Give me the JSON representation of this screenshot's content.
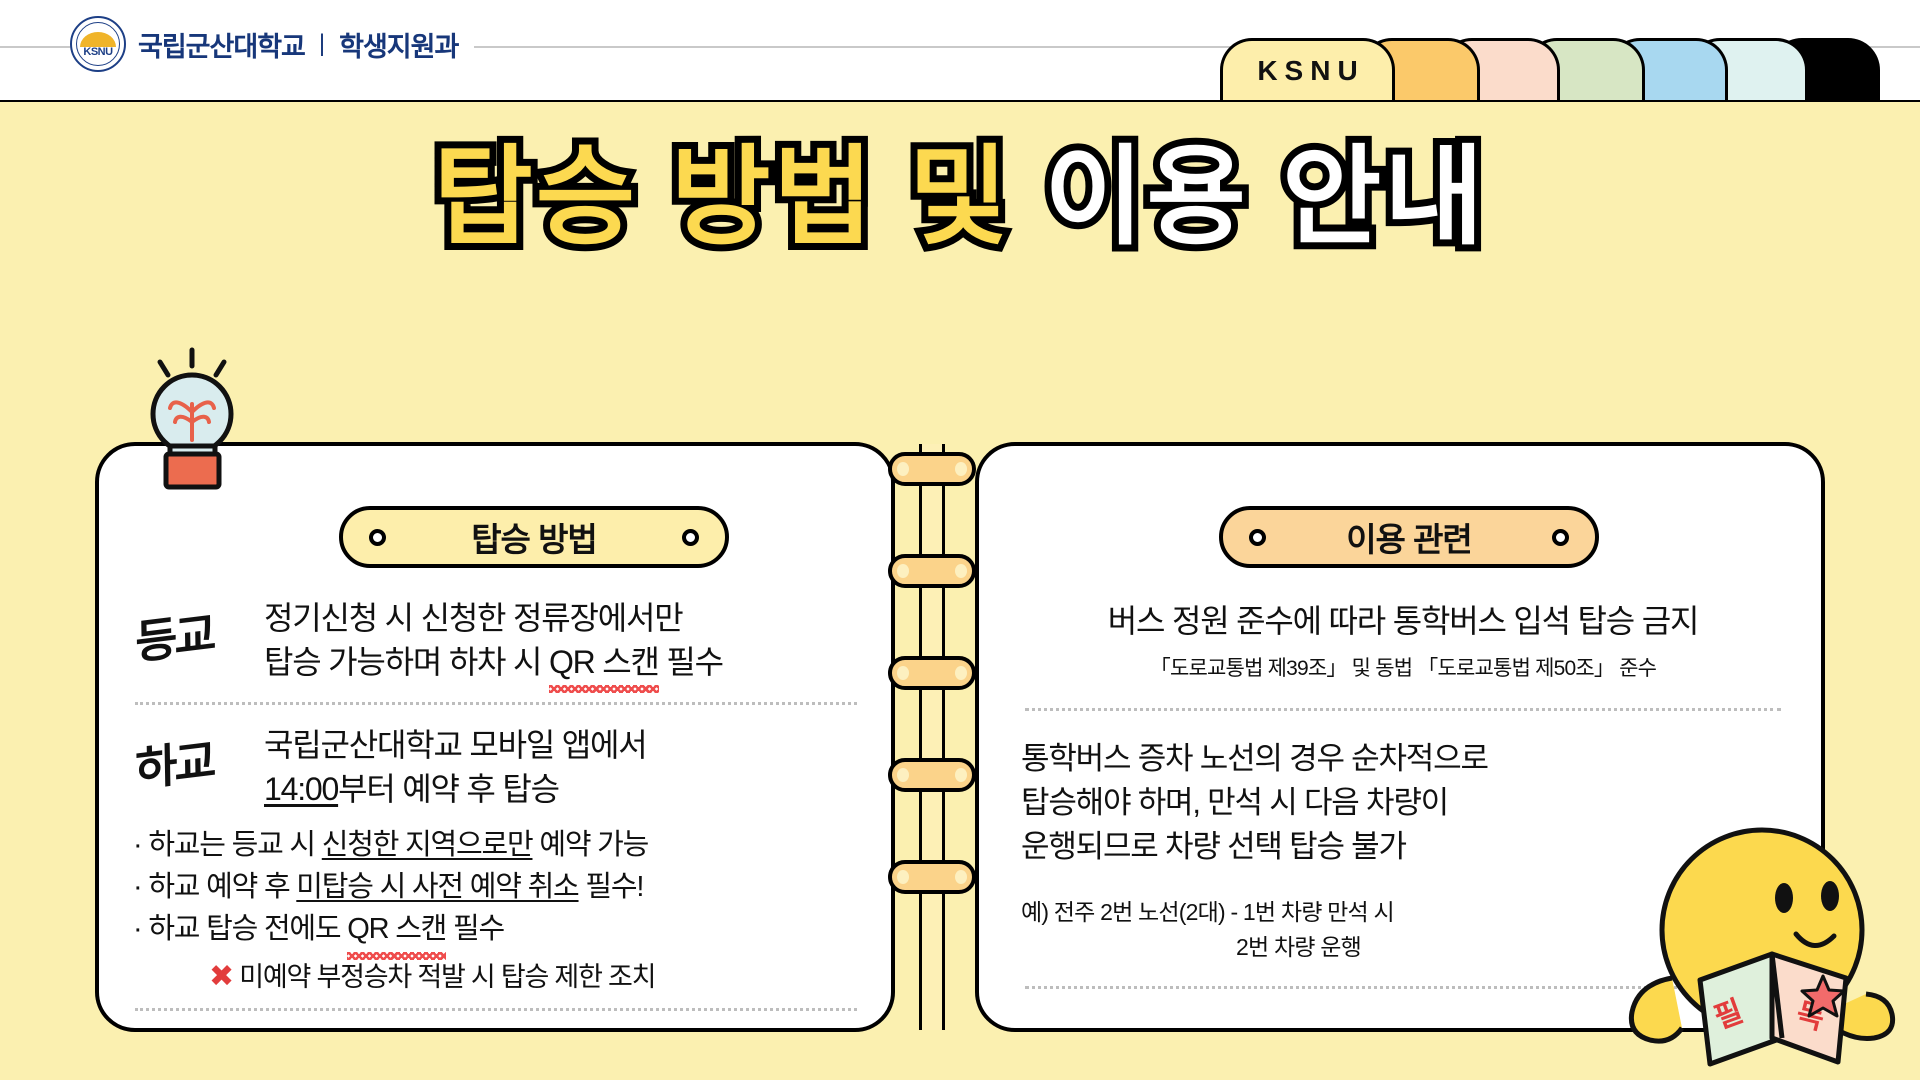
{
  "header": {
    "seal_text": "KSNU",
    "university": "국립군산대학교",
    "separator": "|",
    "department": "학생지원과",
    "tab_label": "KSNU",
    "tab_colors": [
      "#fdeeab",
      "#fbc96a",
      "#fbdccb",
      "#d7e6c4",
      "#a8d8f0",
      "#dff2f0",
      "#000000"
    ]
  },
  "title": {
    "part1": "탑승 방법 및 ",
    "part2": "이용 안내"
  },
  "left_panel": {
    "badge": "탑승 방법",
    "block1": {
      "tag": "등교",
      "line1": "정기신청 시 신청한 정류장에서만",
      "line2_a": "탑승 가능하며 하차 시 ",
      "line2_b": "QR 스캔",
      "line2_c": " 필수"
    },
    "block2": {
      "tag": "하교",
      "line1": "국립군산대학교 모바일 앱에서",
      "line2_a": "14:00",
      "line2_b": "부터 예약 후 탑승"
    },
    "bullets": [
      {
        "prefix": "· 하교는 등교 시 ",
        "emph": "신청한 지역으로만",
        "suffix": " 예약 가능"
      },
      {
        "prefix": "· 하교 예약 후 ",
        "emph": "미탑승 시 사전 예약 취소",
        "suffix": " 필수!"
      },
      {
        "prefix": "· 하교 탑승 전에도 ",
        "emph": "QR 스캔",
        "suffix": " 필수"
      }
    ],
    "note_mark": "✖",
    "note": "미예약 부정승차 적발 시 탑승 제한 조치"
  },
  "right_panel": {
    "badge": "이용 관련",
    "item1": {
      "head": "버스 정원 준수에 따라 통학버스 입석 탑승 금지",
      "sub": "「도로교통법 제39조」 및 동법 「도로교통법 제50조」 준수"
    },
    "item2": {
      "line1": "통학버스 증차 노선의 경우 순차적으로",
      "line2": "탑승해야 하며, 만석 시 다음 차량이",
      "line3": "운행되므로 차량 선택 탑승 불가",
      "example1": "예) 전주 2번 노선(2대) - 1번 차량 만석 시",
      "example2": "2번 차량 운행"
    }
  },
  "mascot": {
    "book_left_char": "필",
    "book_right_char": "독"
  },
  "colors": {
    "page_bg": "#fbf0b0",
    "title_yellow": "#fcd950",
    "badge_left": "#fdeeab",
    "badge_right": "#fbd59a",
    "ring": "#fbd38a",
    "brand_navy": "#17377a",
    "accent_red": "#e23c3c",
    "mascot_yellow": "#fcd94e"
  }
}
